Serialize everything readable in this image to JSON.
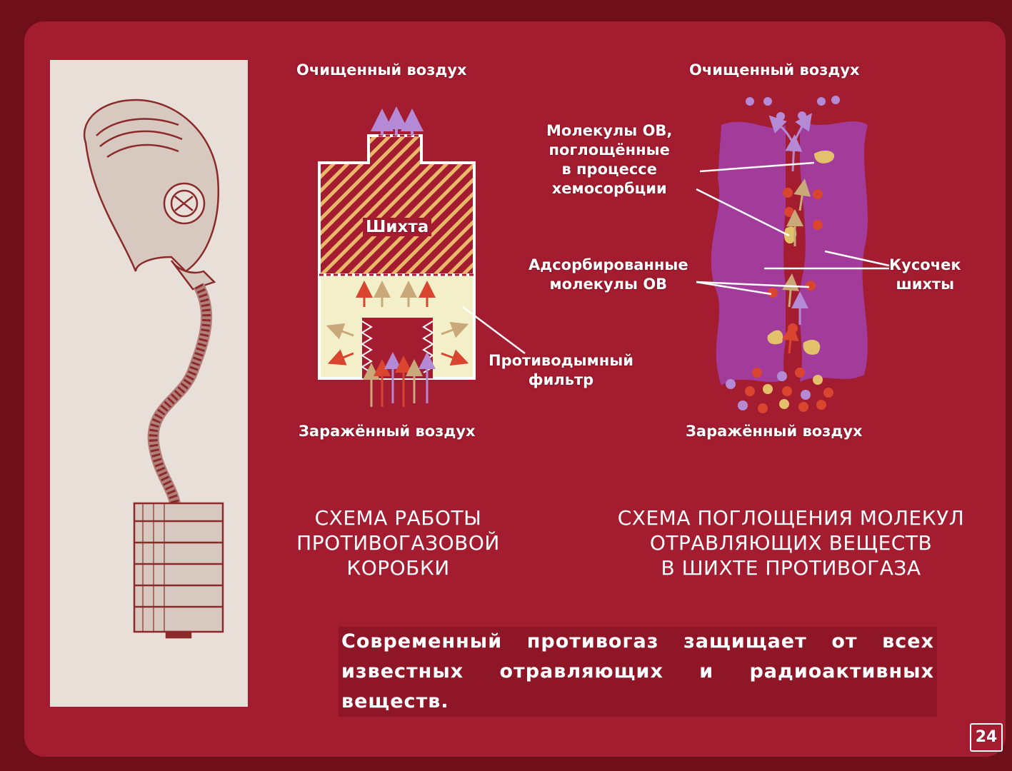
{
  "canister": {
    "clean_air": "Очищенный воздух",
    "dirty_air": "Заражённый воздух",
    "charge": "Шихта",
    "smoke_filter": "Противодымный\nфильтр"
  },
  "absorption": {
    "clean_air": "Очищенный воздух",
    "dirty_air": "Заражённый воздух",
    "chemisorbed": "Молекулы ОВ,\nпоглощённые\nв процессе\nхемосорбции",
    "adsorbed": "Адсорбированные\nмолекулы ОВ",
    "charge_piece": "Кусочек\nшихты"
  },
  "titles": {
    "canister_scheme": "СХЕМА РАБОТЫ\nПРОТИВОГАЗОВОЙ\nКОРОБКИ",
    "absorption_scheme": "СХЕМА ПОГЛОЩЕНИЯ МОЛЕКУЛ\nОТРАВЛЯЮЩИХ ВЕЩЕСТВ\nВ ШИХТЕ ПРОТИВОГАЗА"
  },
  "caption": "Современный противогаз защищает от всех известных отравляющих и радиоактивных веществ.",
  "page_number": "24",
  "colors": {
    "background": "#a31c30",
    "border": "#6e0f1a",
    "charge_stripe": "#e8b76a",
    "filter_fill": "#f3efc8",
    "absorber": "#a23b9a",
    "molecule_red": "#d9452f",
    "molecule_violet": "#b48ad6",
    "molecule_tan": "#e3c06a"
  }
}
